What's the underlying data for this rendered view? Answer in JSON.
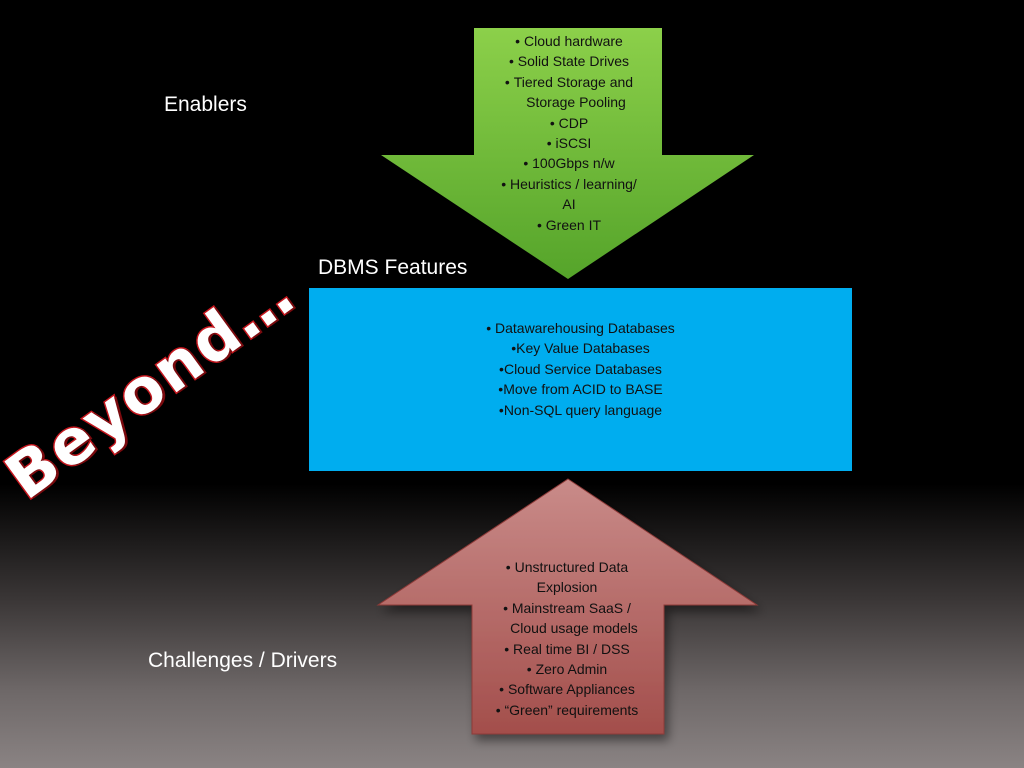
{
  "labels": {
    "enablers": "Enablers",
    "dbms_features": "DBMS Features",
    "challenges": "Challenges / Drivers"
  },
  "enablers": {
    "items": [
      "Cloud hardware",
      "Solid State Drives",
      "Tiered Storage and",
      "Storage Pooling",
      "CDP",
      "iSCSI",
      "100Gbps n/w",
      "Heuristics / learning/",
      "AI",
      "Green IT"
    ]
  },
  "dbms": {
    "items": [
      "Datawarehousing Databases",
      "Key Value Databases",
      "Cloud Service Databases",
      "Move from ACID to BASE",
      "Non-SQL query language"
    ]
  },
  "challenges": {
    "items": [
      "Unstructured Data",
      "Explosion",
      "Mainstream SaaS /",
      "Cloud usage models",
      "Real time BI / DSS",
      "Zero Admin",
      "Software Appliances",
      "“Green” requirements"
    ]
  },
  "beyond": "Beyond…",
  "colors": {
    "enablers_arrow": "#6fba3a",
    "dbms_box": "#00adef",
    "challenges_arrow": "#b76c6a",
    "beyond_outline": "#c5161d"
  }
}
